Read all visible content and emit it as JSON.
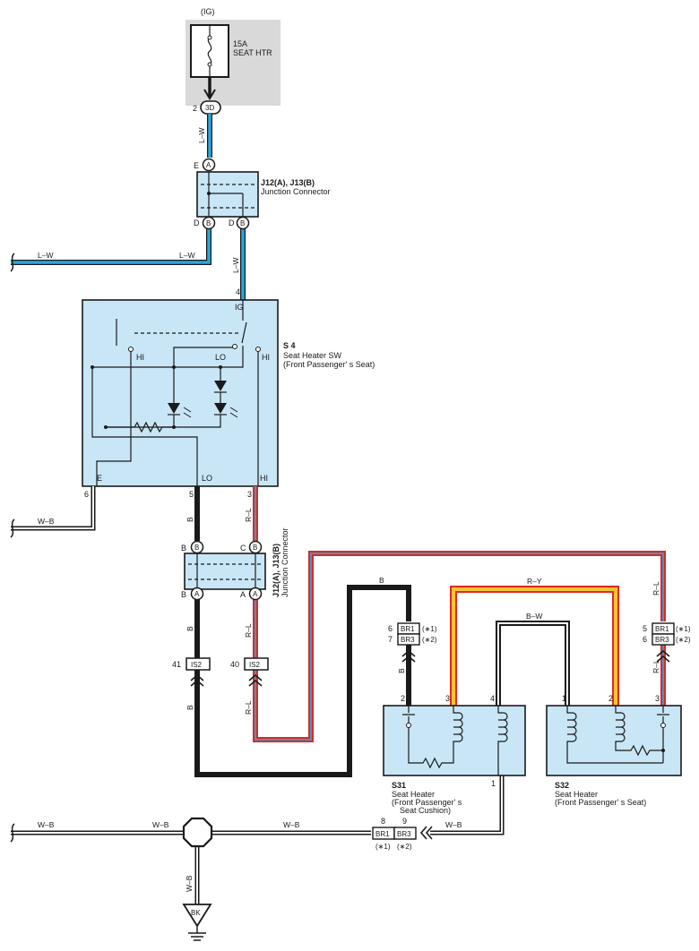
{
  "colors": {
    "component_fill": "#c8e6f6",
    "fuse_box_fill": "#d9d9d9",
    "wire_lw": "#2aa7de",
    "wire_rl": "#e2271f",
    "wire_ry": "#f6c531",
    "wire_black": "#1a1a1a"
  },
  "power": {
    "label": "(IG)"
  },
  "fuse": {
    "rating": "15A",
    "name": "SEAT HTR",
    "connector": "3D",
    "pin": "2"
  },
  "j_top": {
    "name": "J12(A), J13(B)",
    "desc": "Junction Connector",
    "pin_e": "E",
    "conn_a": "A",
    "pin_d1": "D",
    "pin_d2": "D",
    "conn_b": "B"
  },
  "j_mid": {
    "name": "J12(A), J13(B)",
    "desc": "Junction Connector",
    "pin_b": "B",
    "pin_c": "C",
    "conn_b": "B",
    "pin_b2": "B",
    "pin_a": "A",
    "conn_a": "A"
  },
  "switch": {
    "id": "S 4",
    "name": "Seat Heater SW",
    "desc": "(Front Passenger' s Seat)",
    "ig": "IG",
    "hi_left": "HI",
    "lo": "LO",
    "hi_right": "HI",
    "term_e": "E",
    "term_lo": "LO",
    "term_hi": "HI",
    "pin_ig": "4",
    "pin_e": "6",
    "pin_lo": "5",
    "pin_hi": "3"
  },
  "wires": {
    "lw": "L–W",
    "b": "B",
    "rl": "R–L",
    "wb": "W–B",
    "ry": "R–Y",
    "bw": "B–W"
  },
  "is2": {
    "name": "IS2",
    "pin_left": "41",
    "pin_right": "40"
  },
  "br_left": {
    "top": "BR1",
    "bottom": "BR3",
    "pin_top": "6",
    "pin_bottom": "7",
    "note_top": "(∗1)",
    "note_bottom": "(∗2)"
  },
  "br_right": {
    "top": "BR1",
    "bottom": "BR3",
    "pin_top": "5",
    "pin_bottom": "6",
    "note_top": "(∗1)",
    "note_bottom": "(∗2)"
  },
  "br_bottom": {
    "left": "BR1",
    "right": "BR3",
    "pin_left": "8",
    "pin_right": "9",
    "note_left": "(∗1)",
    "note_right": "(∗2)"
  },
  "s31": {
    "id": "S31",
    "name": "Seat Heater",
    "line2": "(Front Passenger' s",
    "line3": "Seat Cushion)",
    "p2": "2",
    "p3": "3",
    "p4": "4",
    "p1": "1"
  },
  "s32": {
    "id": "S32",
    "name": "Seat Heater",
    "line2": "(Front Passenger' s Seat)",
    "p1": "1",
    "p2": "2",
    "p3": "3"
  },
  "ground": {
    "label": "BK"
  }
}
